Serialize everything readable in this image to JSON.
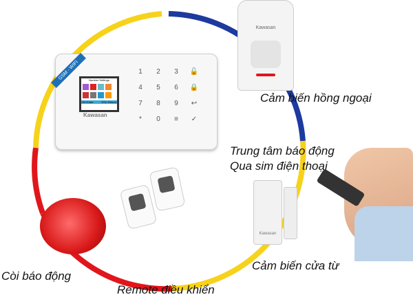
{
  "labels": {
    "pir": "Cảm biến hồng ngoại",
    "center_line1": "Trung tâm báo động",
    "center_line2": "Qua sim điện thoại",
    "door": "Cảm biến cửa từ",
    "remote": "Remote điều khiển",
    "siren": "Còi báo động"
  },
  "panel": {
    "ribbon": "GSM - WIFI",
    "screen_title": "Number Settings",
    "screen_left": "OK-Enter",
    "screen_right": "ESC-Return",
    "brand": "Kawasan",
    "keys": [
      "1",
      "2",
      "3",
      "🔓",
      "4",
      "5",
      "6",
      "🔒",
      "7",
      "8",
      "9",
      "↩",
      "*",
      "0",
      "≡",
      "✓"
    ]
  },
  "pir_brand": "Kawasan",
  "door_brand": "Kawasan",
  "colors": {
    "yellow": "#f7d21a",
    "blue": "#1d3a9e",
    "red": "#e0161b"
  }
}
